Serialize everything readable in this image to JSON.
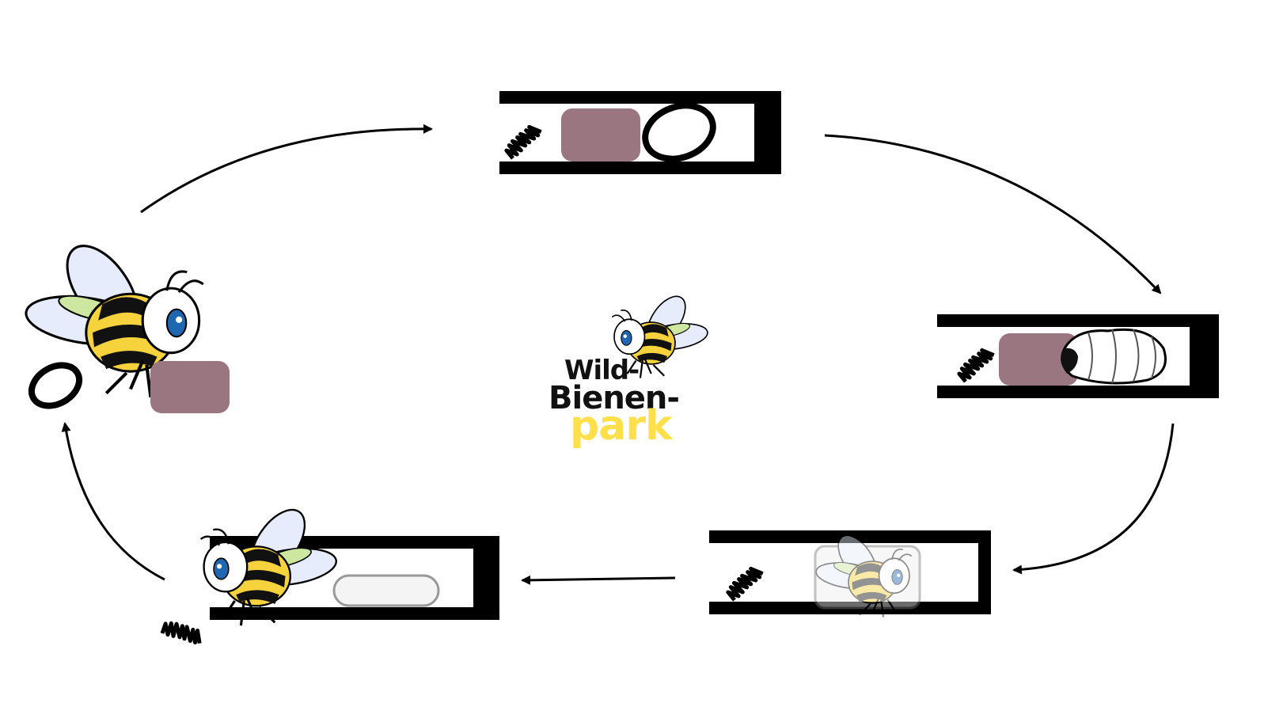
{
  "diagram": {
    "stages": [
      {
        "id": "nest-egg",
        "content": [
          "pollen-ball",
          "egg"
        ]
      },
      {
        "id": "nest-larva",
        "content": [
          "pollen-ball",
          "larva"
        ]
      },
      {
        "id": "nest-pupa",
        "content": [
          "pupa"
        ]
      },
      {
        "id": "nest-cocoon",
        "content": [
          "emerging-bee",
          "cocoon"
        ]
      },
      {
        "id": "adult-bee",
        "content": [
          "bee",
          "egg",
          "pollen-ball"
        ]
      }
    ],
    "colors": {
      "pollen": "#9a7680",
      "bee_yellow": "#f6d23d",
      "bee_black": "#111111",
      "wing": "#e6ecfb",
      "wing_green": "#cde6a0",
      "eye_blue": "#1f67b1",
      "nest": "#000000"
    }
  },
  "logo": {
    "line1": "Wild-",
    "line2": "Bienen-",
    "line3": "park"
  }
}
